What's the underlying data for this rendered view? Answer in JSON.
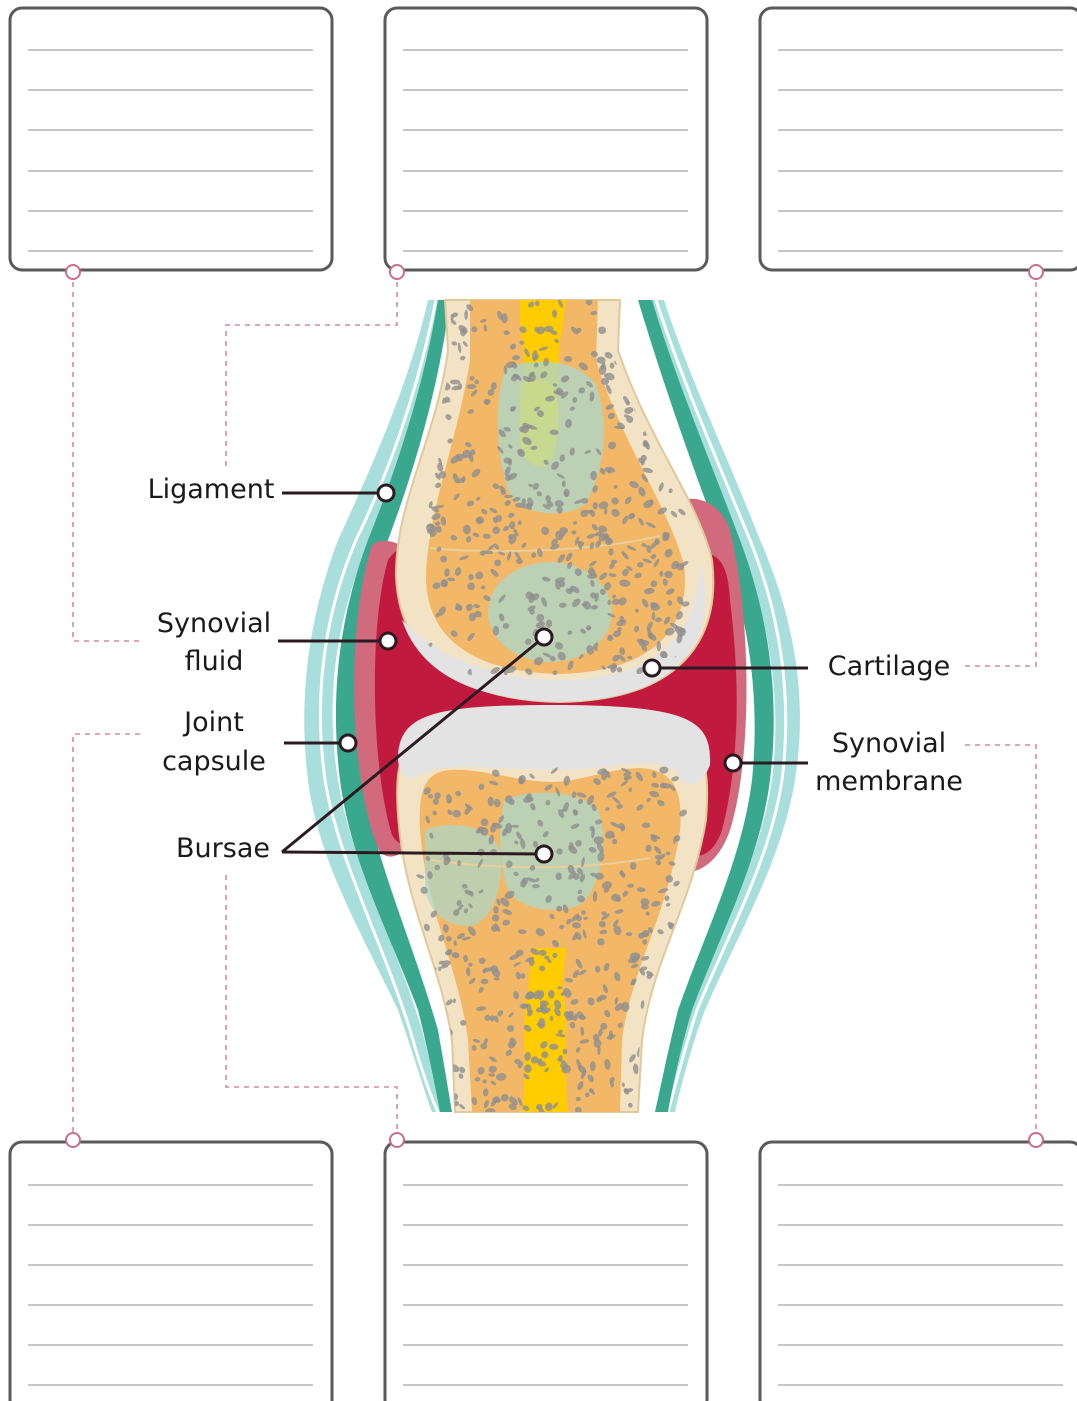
{
  "labels": {
    "ligament": "Ligament",
    "synovial_fluid_line1": "Synovial",
    "synovial_fluid_line2": "fluid",
    "joint_capsule_line1": "Joint",
    "joint_capsule_line2": "capsule",
    "bursae": "Bursae",
    "cartilage": "Cartilage",
    "synovial_membrane_line1": "Synovial",
    "synovial_membrane_line2": "membrane"
  },
  "answer_boxes": {
    "count": 6,
    "lines_per_box": 6
  },
  "colors": {
    "ligament": "#a8dedb",
    "capsule": "#3aa88f",
    "synovial_membrane": "#d06a7c",
    "synovial_fluid": "#c21a3e",
    "bone_shell": "#f2e3c4",
    "spongy_bone": "#f2b868",
    "marrow": "#ffcc00",
    "cartilage": "#e3e3e3",
    "growth_plate": "#a9d8cc",
    "connector": "#d38aa0"
  }
}
